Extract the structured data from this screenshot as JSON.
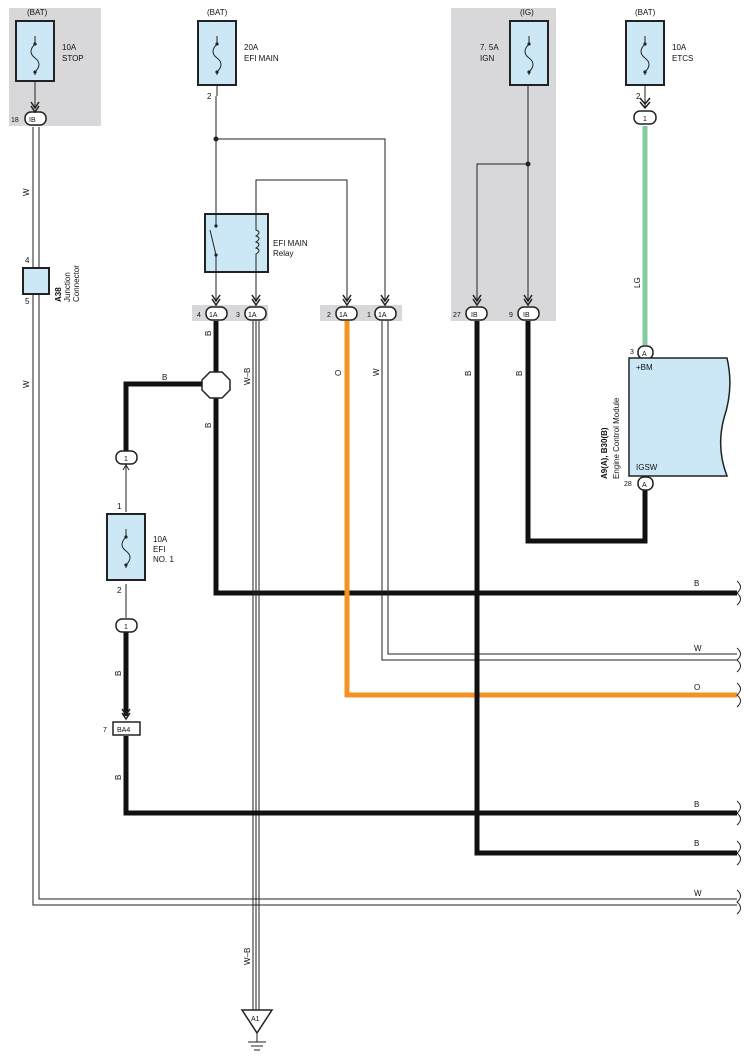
{
  "fuses": {
    "stop": {
      "source": "(BAT)",
      "rating": "10A",
      "name": "STOP"
    },
    "efi_main": {
      "source": "(BAT)",
      "rating": "20A",
      "name": "EFI MAIN",
      "pin": "2"
    },
    "ign": {
      "source": "(IG)",
      "rating": "7. 5A",
      "name": "IGN"
    },
    "etcs": {
      "source": "(BAT)",
      "rating": "10A",
      "name": "ETCS",
      "pin": "2"
    },
    "efi_no1": {
      "rating": "10A",
      "name1": "EFI",
      "name2": "NO. 1",
      "pin_top": "1",
      "pin_bottom": "2"
    }
  },
  "connectors": {
    "stop_ib": {
      "pin": "18",
      "id": "IB"
    },
    "etcs_1": {
      "id": "1"
    },
    "ic_1a_4": {
      "pin": "4",
      "id": "1A"
    },
    "ic_1a_3": {
      "pin": "3",
      "id": "1A"
    },
    "ic_1a_2": {
      "pin": "2",
      "id": "1A"
    },
    "ic_1a_1": {
      "pin": "1",
      "id": "1A"
    },
    "ic_ib_27": {
      "pin": "27",
      "id": "IB"
    },
    "ic_ib_9": {
      "pin": "9",
      "id": "IB"
    },
    "efi_in": {
      "id": "1"
    },
    "efi_out": {
      "id": "1"
    },
    "ba4": {
      "pin": "7",
      "id": "BA4"
    },
    "ground": {
      "id": "A1"
    }
  },
  "junction_connector": {
    "id": "A38",
    "name1": "Junction",
    "name2": "Connector",
    "pin_top": "4",
    "pin_bottom": "5"
  },
  "relay": {
    "name1": "EFI MAIN",
    "name2": "Relay"
  },
  "ecm": {
    "title": "Engine Control Module",
    "codes": "A9(A),  B30(B)",
    "bm_label": "+BM",
    "igsw_label": "IGSW",
    "bm_pin": "3",
    "bm_conn": "A",
    "igsw_pin": "28",
    "igsw_conn": "A"
  },
  "wire_colors": {
    "stop_w1": "W",
    "stop_w2": "W",
    "relay_b1": "B",
    "relay_b2": "B",
    "wb1": "W–B",
    "wb2": "W–B",
    "o": "O",
    "w": "W",
    "b27": "B",
    "b9": "B",
    "lg": "LG",
    "efi_b_h": "B",
    "ba4_b1": "B",
    "ba4_b2": "B"
  },
  "outputs": [
    "B",
    "W",
    "O",
    "B",
    "B",
    "W"
  ],
  "colors": {
    "black_wire": "#111111",
    "orange_wire": "#f39322",
    "lg_wire": "#7fcc9e",
    "fuse_fill": "#cce8f6",
    "shade": "#d8d8da"
  }
}
